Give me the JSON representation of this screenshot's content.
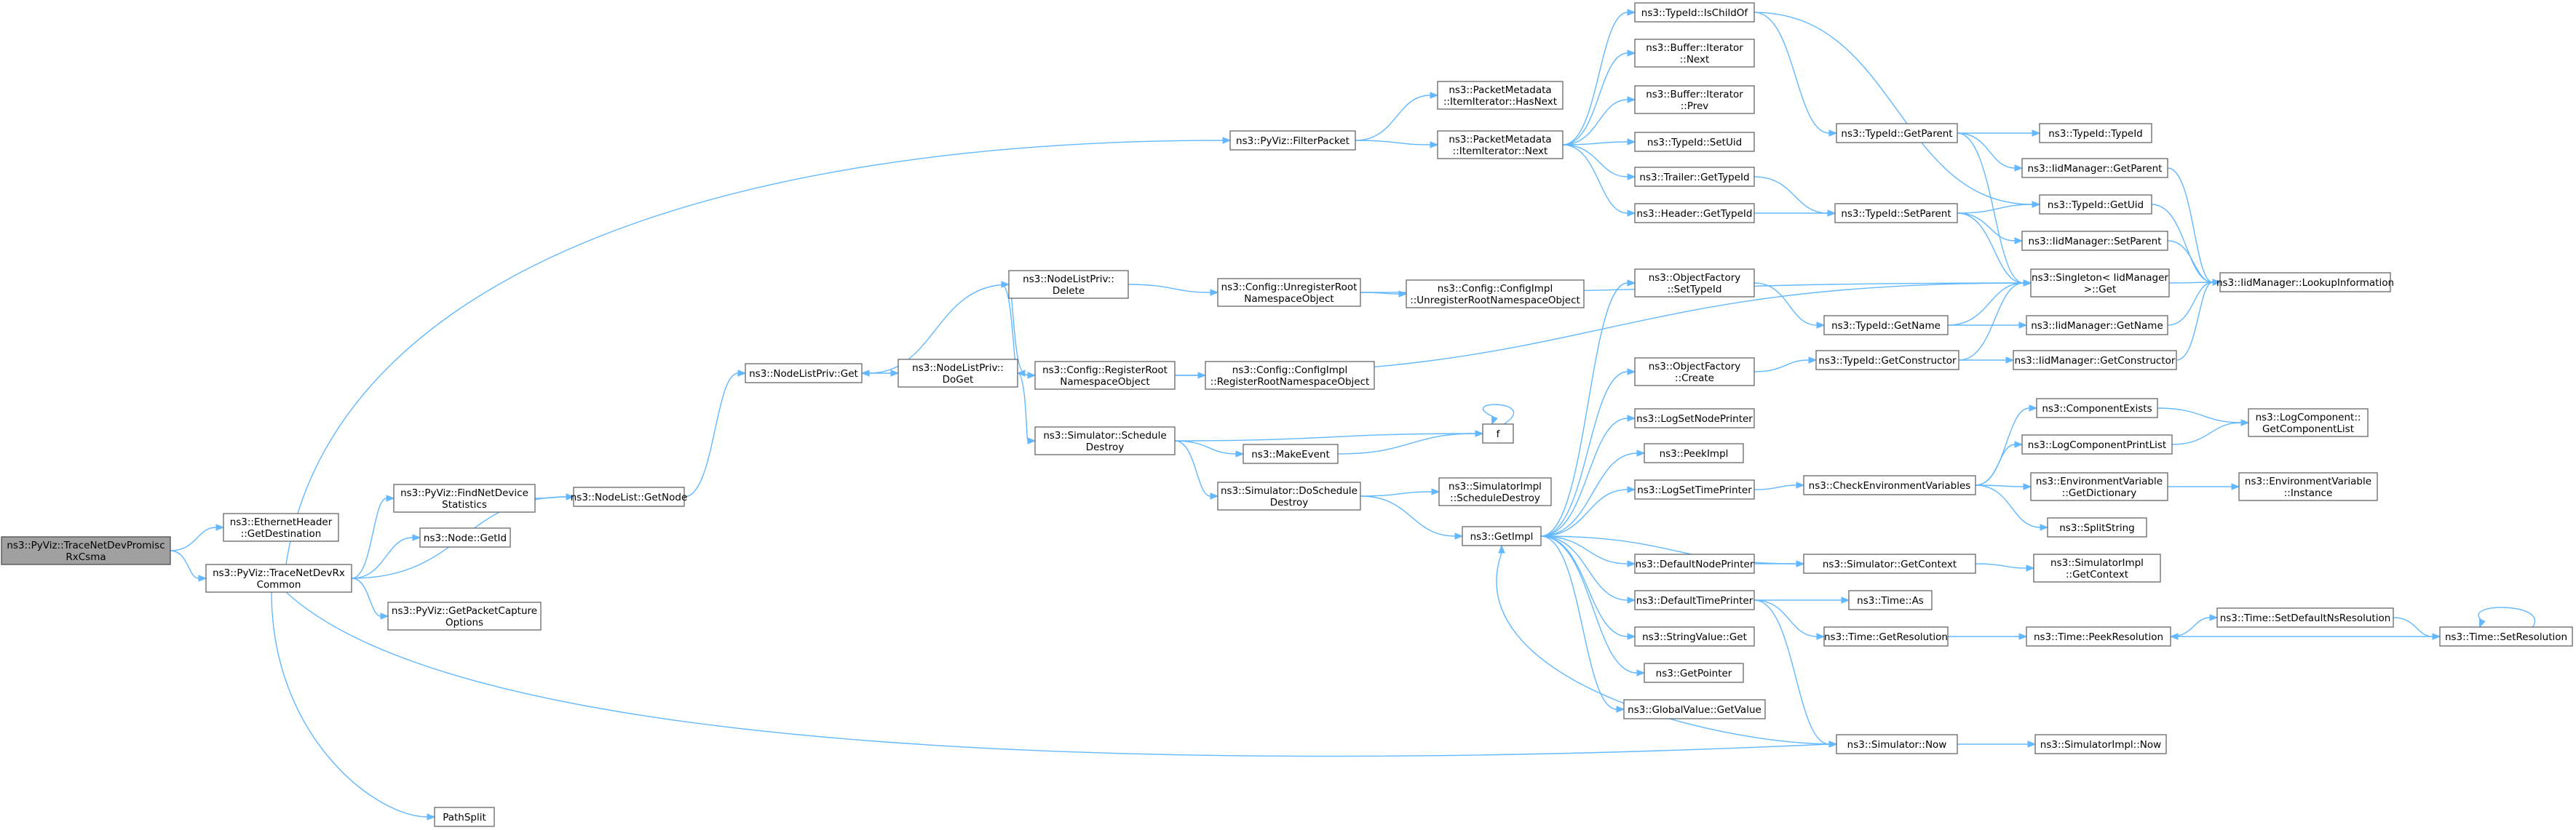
{
  "colors": {
    "edge": "#63b8ff",
    "node_border": "#666666",
    "root_fill": "#a0a0a0",
    "node_fill": "#ffffff"
  },
  "nodes": [
    {
      "id": "root",
      "root": true,
      "lines": [
        "ns3::PyViz::TraceNetDevPromisc",
        "RxCsma"
      ]
    },
    {
      "id": "ethhdr",
      "lines": [
        "ns3::EthernetHeader",
        "::GetDestination"
      ]
    },
    {
      "id": "tracerx",
      "lines": [
        "ns3::PyViz::TraceNetDevRx",
        "Common"
      ]
    },
    {
      "id": "findnet",
      "lines": [
        "ns3::PyViz::FindNetDevice",
        "Statistics"
      ]
    },
    {
      "id": "nodegetid",
      "lines": [
        "ns3::Node::GetId"
      ]
    },
    {
      "id": "getpcap",
      "lines": [
        "ns3::PyViz::GetPacketCapture",
        "Options"
      ]
    },
    {
      "id": "pathsplit",
      "lines": [
        "PathSplit"
      ]
    },
    {
      "id": "nodelistgetnode",
      "lines": [
        "ns3::NodeList::GetNode"
      ]
    },
    {
      "id": "nlpget",
      "lines": [
        "ns3::NodeListPriv::Get"
      ]
    },
    {
      "id": "nlpdoget",
      "lines": [
        "ns3::NodeListPriv::",
        "DoGet"
      ]
    },
    {
      "id": "nlpdelete",
      "lines": [
        "ns3::NodeListPriv::",
        "Delete"
      ]
    },
    {
      "id": "cfgunreg",
      "lines": [
        "ns3::Config::UnregisterRoot",
        "NamespaceObject"
      ]
    },
    {
      "id": "cfgreg",
      "lines": [
        "ns3::Config::RegisterRoot",
        "NamespaceObject"
      ]
    },
    {
      "id": "cfgimplunreg",
      "lines": [
        "ns3::Config::ConfigImpl",
        "::UnregisterRootNamespaceObject"
      ]
    },
    {
      "id": "cfgimplreg",
      "lines": [
        "ns3::Config::ConfigImpl",
        "::RegisterRootNamespaceObject"
      ]
    },
    {
      "id": "simschedd",
      "lines": [
        "ns3::Simulator::Schedule",
        "Destroy"
      ]
    },
    {
      "id": "makeevent",
      "lines": [
        "ns3::MakeEvent"
      ]
    },
    {
      "id": "f",
      "lines": [
        "f"
      ]
    },
    {
      "id": "simdoschedd",
      "lines": [
        "ns3::Simulator::DoSchedule",
        "Destroy"
      ]
    },
    {
      "id": "simimplschedd",
      "lines": [
        "ns3::SimulatorImpl",
        "::ScheduleDestroy"
      ]
    },
    {
      "id": "getimpl",
      "lines": [
        "ns3::GetImpl"
      ]
    },
    {
      "id": "filterpacket",
      "lines": [
        "ns3::PyViz::FilterPacket"
      ]
    },
    {
      "id": "pmhasnext",
      "lines": [
        "ns3::PacketMetadata",
        "::ItemIterator::HasNext"
      ]
    },
    {
      "id": "pmnext",
      "lines": [
        "ns3::PacketMetadata",
        "::ItemIterator::Next"
      ]
    },
    {
      "id": "ischildof",
      "lines": [
        "ns3::TypeId::IsChildOf"
      ]
    },
    {
      "id": "bufnext",
      "lines": [
        "ns3::Buffer::Iterator",
        "::Next"
      ]
    },
    {
      "id": "bufprev",
      "lines": [
        "ns3::Buffer::Iterator",
        "::Prev"
      ]
    },
    {
      "id": "setuid",
      "lines": [
        "ns3::TypeId::SetUid"
      ]
    },
    {
      "id": "trailer",
      "lines": [
        "ns3::Trailer::GetTypeId"
      ]
    },
    {
      "id": "header",
      "lines": [
        "ns3::Header::GetTypeId"
      ]
    },
    {
      "id": "getparent",
      "lines": [
        "ns3::TypeId::GetParent"
      ]
    },
    {
      "id": "typeid",
      "lines": [
        "ns3::TypeId::TypeId"
      ]
    },
    {
      "id": "iidgetparent",
      "lines": [
        "ns3::IidManager::GetParent"
      ]
    },
    {
      "id": "getuid",
      "lines": [
        "ns3::TypeId::GetUid"
      ]
    },
    {
      "id": "setparent",
      "lines": [
        "ns3::TypeId::SetParent"
      ]
    },
    {
      "id": "iidsetparent",
      "lines": [
        "ns3::IidManager::SetParent"
      ]
    },
    {
      "id": "singleton",
      "lines": [
        "ns3::Singleton< IidManager",
        ">::Get"
      ]
    },
    {
      "id": "lookup",
      "lines": [
        "ns3::IidManager::LookupInformation"
      ]
    },
    {
      "id": "ofsettypeid",
      "lines": [
        "ns3::ObjectFactory",
        "::SetTypeId"
      ]
    },
    {
      "id": "getname",
      "lines": [
        "ns3::TypeId::GetName"
      ]
    },
    {
      "id": "iidgetname",
      "lines": [
        "ns3::IidManager::GetName"
      ]
    },
    {
      "id": "ofcreate",
      "lines": [
        "ns3::ObjectFactory",
        "::Create"
      ]
    },
    {
      "id": "getctor",
      "lines": [
        "ns3::TypeId::GetConstructor"
      ]
    },
    {
      "id": "iidgetctor",
      "lines": [
        "ns3::IidManager::GetConstructor"
      ]
    },
    {
      "id": "logsetnode",
      "lines": [
        "ns3::LogSetNodePrinter"
      ]
    },
    {
      "id": "peekimpl",
      "lines": [
        "ns3::PeekImpl"
      ]
    },
    {
      "id": "logsettime",
      "lines": [
        "ns3::LogSetTimePrinter"
      ]
    },
    {
      "id": "checkenv",
      "lines": [
        "ns3::CheckEnvironmentVariables"
      ]
    },
    {
      "id": "compexists",
      "lines": [
        "ns3::ComponentExists"
      ]
    },
    {
      "id": "logcompprint",
      "lines": [
        "ns3::LogComponentPrintList"
      ]
    },
    {
      "id": "logcompgetlist",
      "lines": [
        "ns3::LogComponent::",
        "GetComponentList"
      ]
    },
    {
      "id": "envgetdict",
      "lines": [
        "ns3::EnvironmentVariable",
        "::GetDictionary"
      ]
    },
    {
      "id": "envinstance",
      "lines": [
        "ns3::EnvironmentVariable",
        "::Instance"
      ]
    },
    {
      "id": "splitstring",
      "lines": [
        "ns3::SplitString"
      ]
    },
    {
      "id": "defnodeprint",
      "lines": [
        "ns3::DefaultNodePrinter"
      ]
    },
    {
      "id": "simgetctx",
      "lines": [
        "ns3::Simulator::GetContext"
      ]
    },
    {
      "id": "simimplgetctx",
      "lines": [
        "ns3::SimulatorImpl",
        "::GetContext"
      ]
    },
    {
      "id": "deftimeprint",
      "lines": [
        "ns3::DefaultTimePrinter"
      ]
    },
    {
      "id": "timeas",
      "lines": [
        "ns3::Time::As"
      ]
    },
    {
      "id": "timegetres",
      "lines": [
        "ns3::Time::GetResolution"
      ]
    },
    {
      "id": "peekres",
      "lines": [
        "ns3::Time::PeekResolution"
      ]
    },
    {
      "id": "setdefres",
      "lines": [
        "ns3::Time::SetDefaultNsResolution"
      ]
    },
    {
      "id": "setres",
      "lines": [
        "ns3::Time::SetResolution"
      ]
    },
    {
      "id": "strvalget",
      "lines": [
        "ns3::StringValue::Get"
      ]
    },
    {
      "id": "getpointer",
      "lines": [
        "ns3::GetPointer"
      ]
    },
    {
      "id": "globalval",
      "lines": [
        "ns3::GlobalValue::GetValue"
      ]
    },
    {
      "id": "simnow",
      "lines": [
        "ns3::Simulator::Now"
      ]
    },
    {
      "id": "simimplnow",
      "lines": [
        "ns3::SimulatorImpl::Now"
      ]
    }
  ]
}
